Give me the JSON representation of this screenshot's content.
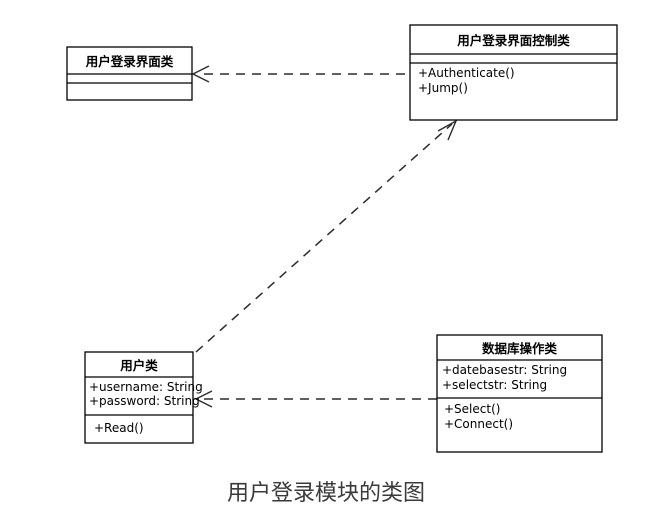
{
  "diagram": {
    "caption": "用户登录模块的类图",
    "classes": [
      {
        "id": "boundary",
        "name": "用户登录界面类",
        "attributes": [],
        "operations": []
      },
      {
        "id": "control",
        "name": "用户登录界面控制类",
        "attributes": [],
        "operations": [
          "+Authenticate()",
          "+Jump()"
        ]
      },
      {
        "id": "user",
        "name": "用户类",
        "attributes": [
          "+username: String",
          "+password: String"
        ],
        "operations": [
          "+Read()"
        ]
      },
      {
        "id": "database",
        "name": "数据库操作类",
        "attributes": [
          "+datebasestr: String",
          "+selectstr: String"
        ],
        "operations": [
          "+Select()",
          "+Connect()"
        ]
      }
    ],
    "relations": [
      {
        "id": "control-to-boundary",
        "type": "dependency",
        "from": "用户登录界面控制类",
        "to": "用户登录界面类"
      },
      {
        "id": "user-to-control",
        "type": "dependency",
        "from": "用户类",
        "to": "用户登录界面控制类"
      },
      {
        "id": "database-to-user",
        "type": "dependency",
        "from": "数据库操作类",
        "to": "用户类"
      }
    ],
    "colors": {
      "stroke": "#000000",
      "line": "#2b2b2b",
      "fill": "#ffffff",
      "caption": "#3a3a3a"
    }
  }
}
